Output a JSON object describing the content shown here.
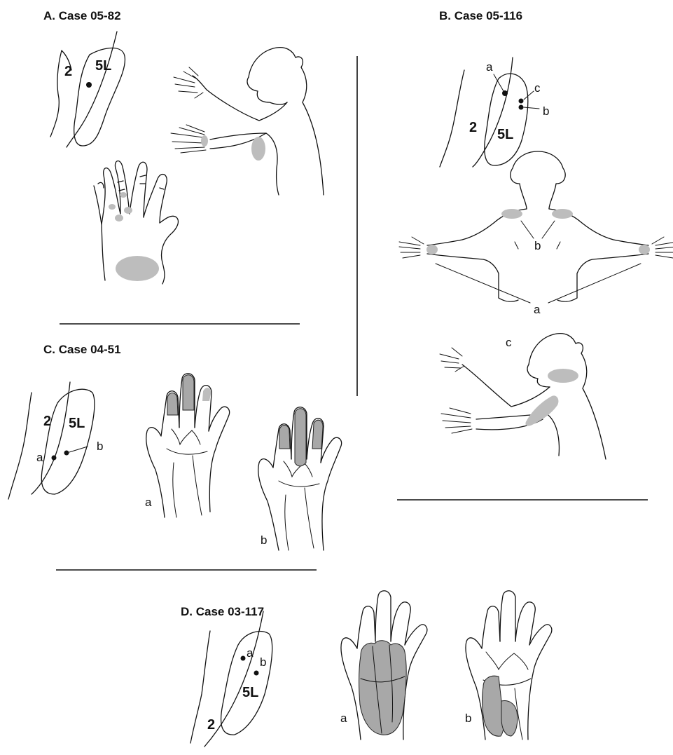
{
  "panels": {
    "A": {
      "title": "A. Case 05-82",
      "area_2": "2",
      "area_5L": "5L"
    },
    "B": {
      "title": "B. Case 05-116",
      "area_2": "2",
      "area_5L": "5L",
      "site_a": "a",
      "site_b": "b",
      "site_c": "c",
      "fig_label_a": "a",
      "fig_label_b": "b",
      "fig_label_c": "c"
    },
    "C": {
      "title": "C. Case 04-51",
      "area_2": "2",
      "area_5L": "5L",
      "site_a": "a",
      "site_b": "b",
      "hand_a": "a",
      "hand_b": "b"
    },
    "D": {
      "title": "D. Case 03-117",
      "area_2": "2",
      "area_5L": "5L",
      "site_a": "a",
      "site_b": "b",
      "hand_a": "a",
      "hand_b": "b"
    }
  },
  "colors": {
    "shading": "#bdbdbd",
    "line": "#111111"
  }
}
